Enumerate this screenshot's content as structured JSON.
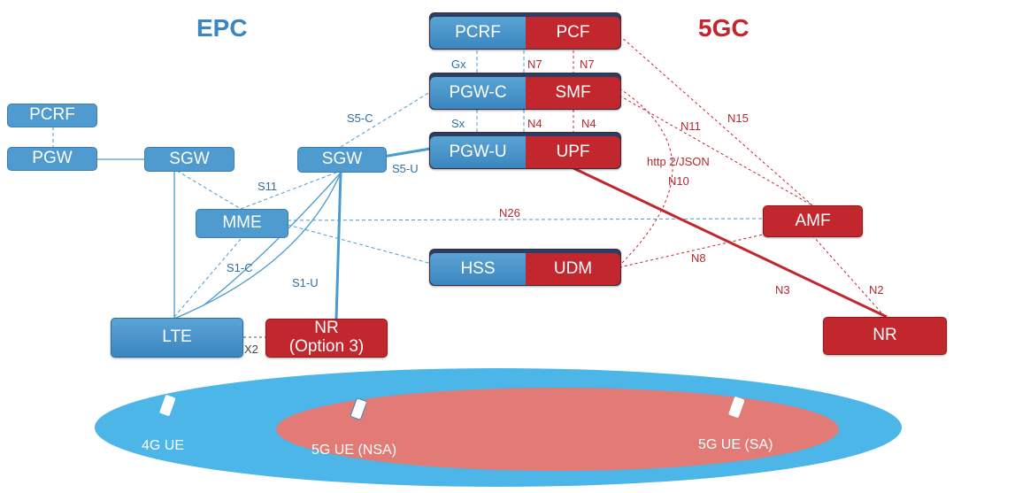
{
  "regions": {
    "epc": "EPC",
    "fivegc": "5GC"
  },
  "colors": {
    "epc_blue": "#3a86c0",
    "fivegc_red": "#c1272d",
    "outer_ellipse": "#4cb6e8",
    "inner_ellipse": "#e27b76"
  },
  "nodes": {
    "pcrf_left": "PCRF",
    "pgw_left": "PGW",
    "sgw_left": "SGW",
    "sgw_mid": "SGW",
    "mme": "MME",
    "lte": "LTE",
    "nr_nsa_line1": "NR",
    "nr_nsa_line2": "(Option 3)",
    "amf": "AMF",
    "nr_sa": "NR"
  },
  "pairs": {
    "pcrf_pcf": {
      "left": "PCRF",
      "right": "PCF"
    },
    "pgwc_smf": {
      "left": "PGW-C",
      "right": "SMF"
    },
    "pgwu_upf": {
      "left": "PGW-U",
      "right": "UPF"
    },
    "hss_udm": {
      "left": "HSS",
      "right": "UDM"
    }
  },
  "interfaces": {
    "gx": "Gx",
    "n7a": "N7",
    "n7b": "N7",
    "sx": "Sx",
    "n4a": "N4",
    "n4b": "N4",
    "s5c": "S5-C",
    "s5u": "S5-U",
    "s11": "S11",
    "s1c": "S1-C",
    "s1u": "S1-U",
    "x2": "X2",
    "n26": "N26",
    "n11": "N11",
    "n15": "N15",
    "http": "http 2/JSON",
    "n10": "N10",
    "n8": "N8",
    "n3": "N3",
    "n2": "N2"
  },
  "ue": {
    "ue4g": "4G UE",
    "ue5g_nsa": "5G UE (NSA)",
    "ue5g_sa": "5G UE (SA)"
  },
  "icons": [
    "phone-icon"
  ]
}
